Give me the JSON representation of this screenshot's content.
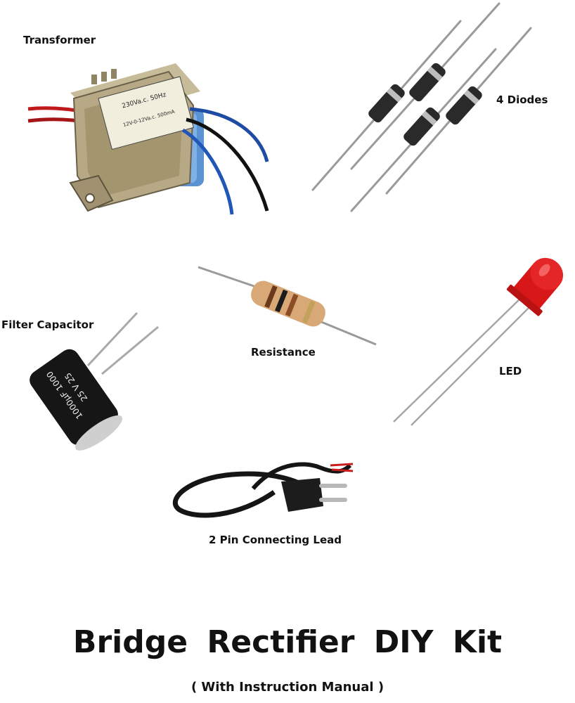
{
  "components": {
    "transformer": {
      "label": "Transformer",
      "plate_text_1": "230Va.c. 50Hz",
      "plate_text_2": "12V-0-12Va.c. 500mA"
    },
    "diodes": {
      "label": "4 Diodes"
    },
    "filter_capacitor": {
      "label": "Filter Capacitor",
      "print_value": "1000µF 1000",
      "print_voltage": "25 V  25"
    },
    "resistance": {
      "label": "Resistance"
    },
    "led": {
      "label": "LED"
    },
    "connecting_lead": {
      "label": "2 Pin Connecting Lead"
    }
  },
  "title": "Bridge Rectifier DIY Kit",
  "subtitle": "( With Instruction Manual )",
  "colors": {
    "led_red": "#d81818",
    "capacitor_black": "#161616",
    "transformer_metal": "#a89a78",
    "coil_blue": "#4a86c8",
    "wire_blue": "#1f4ea8",
    "resistor_body": "#d9a877"
  }
}
